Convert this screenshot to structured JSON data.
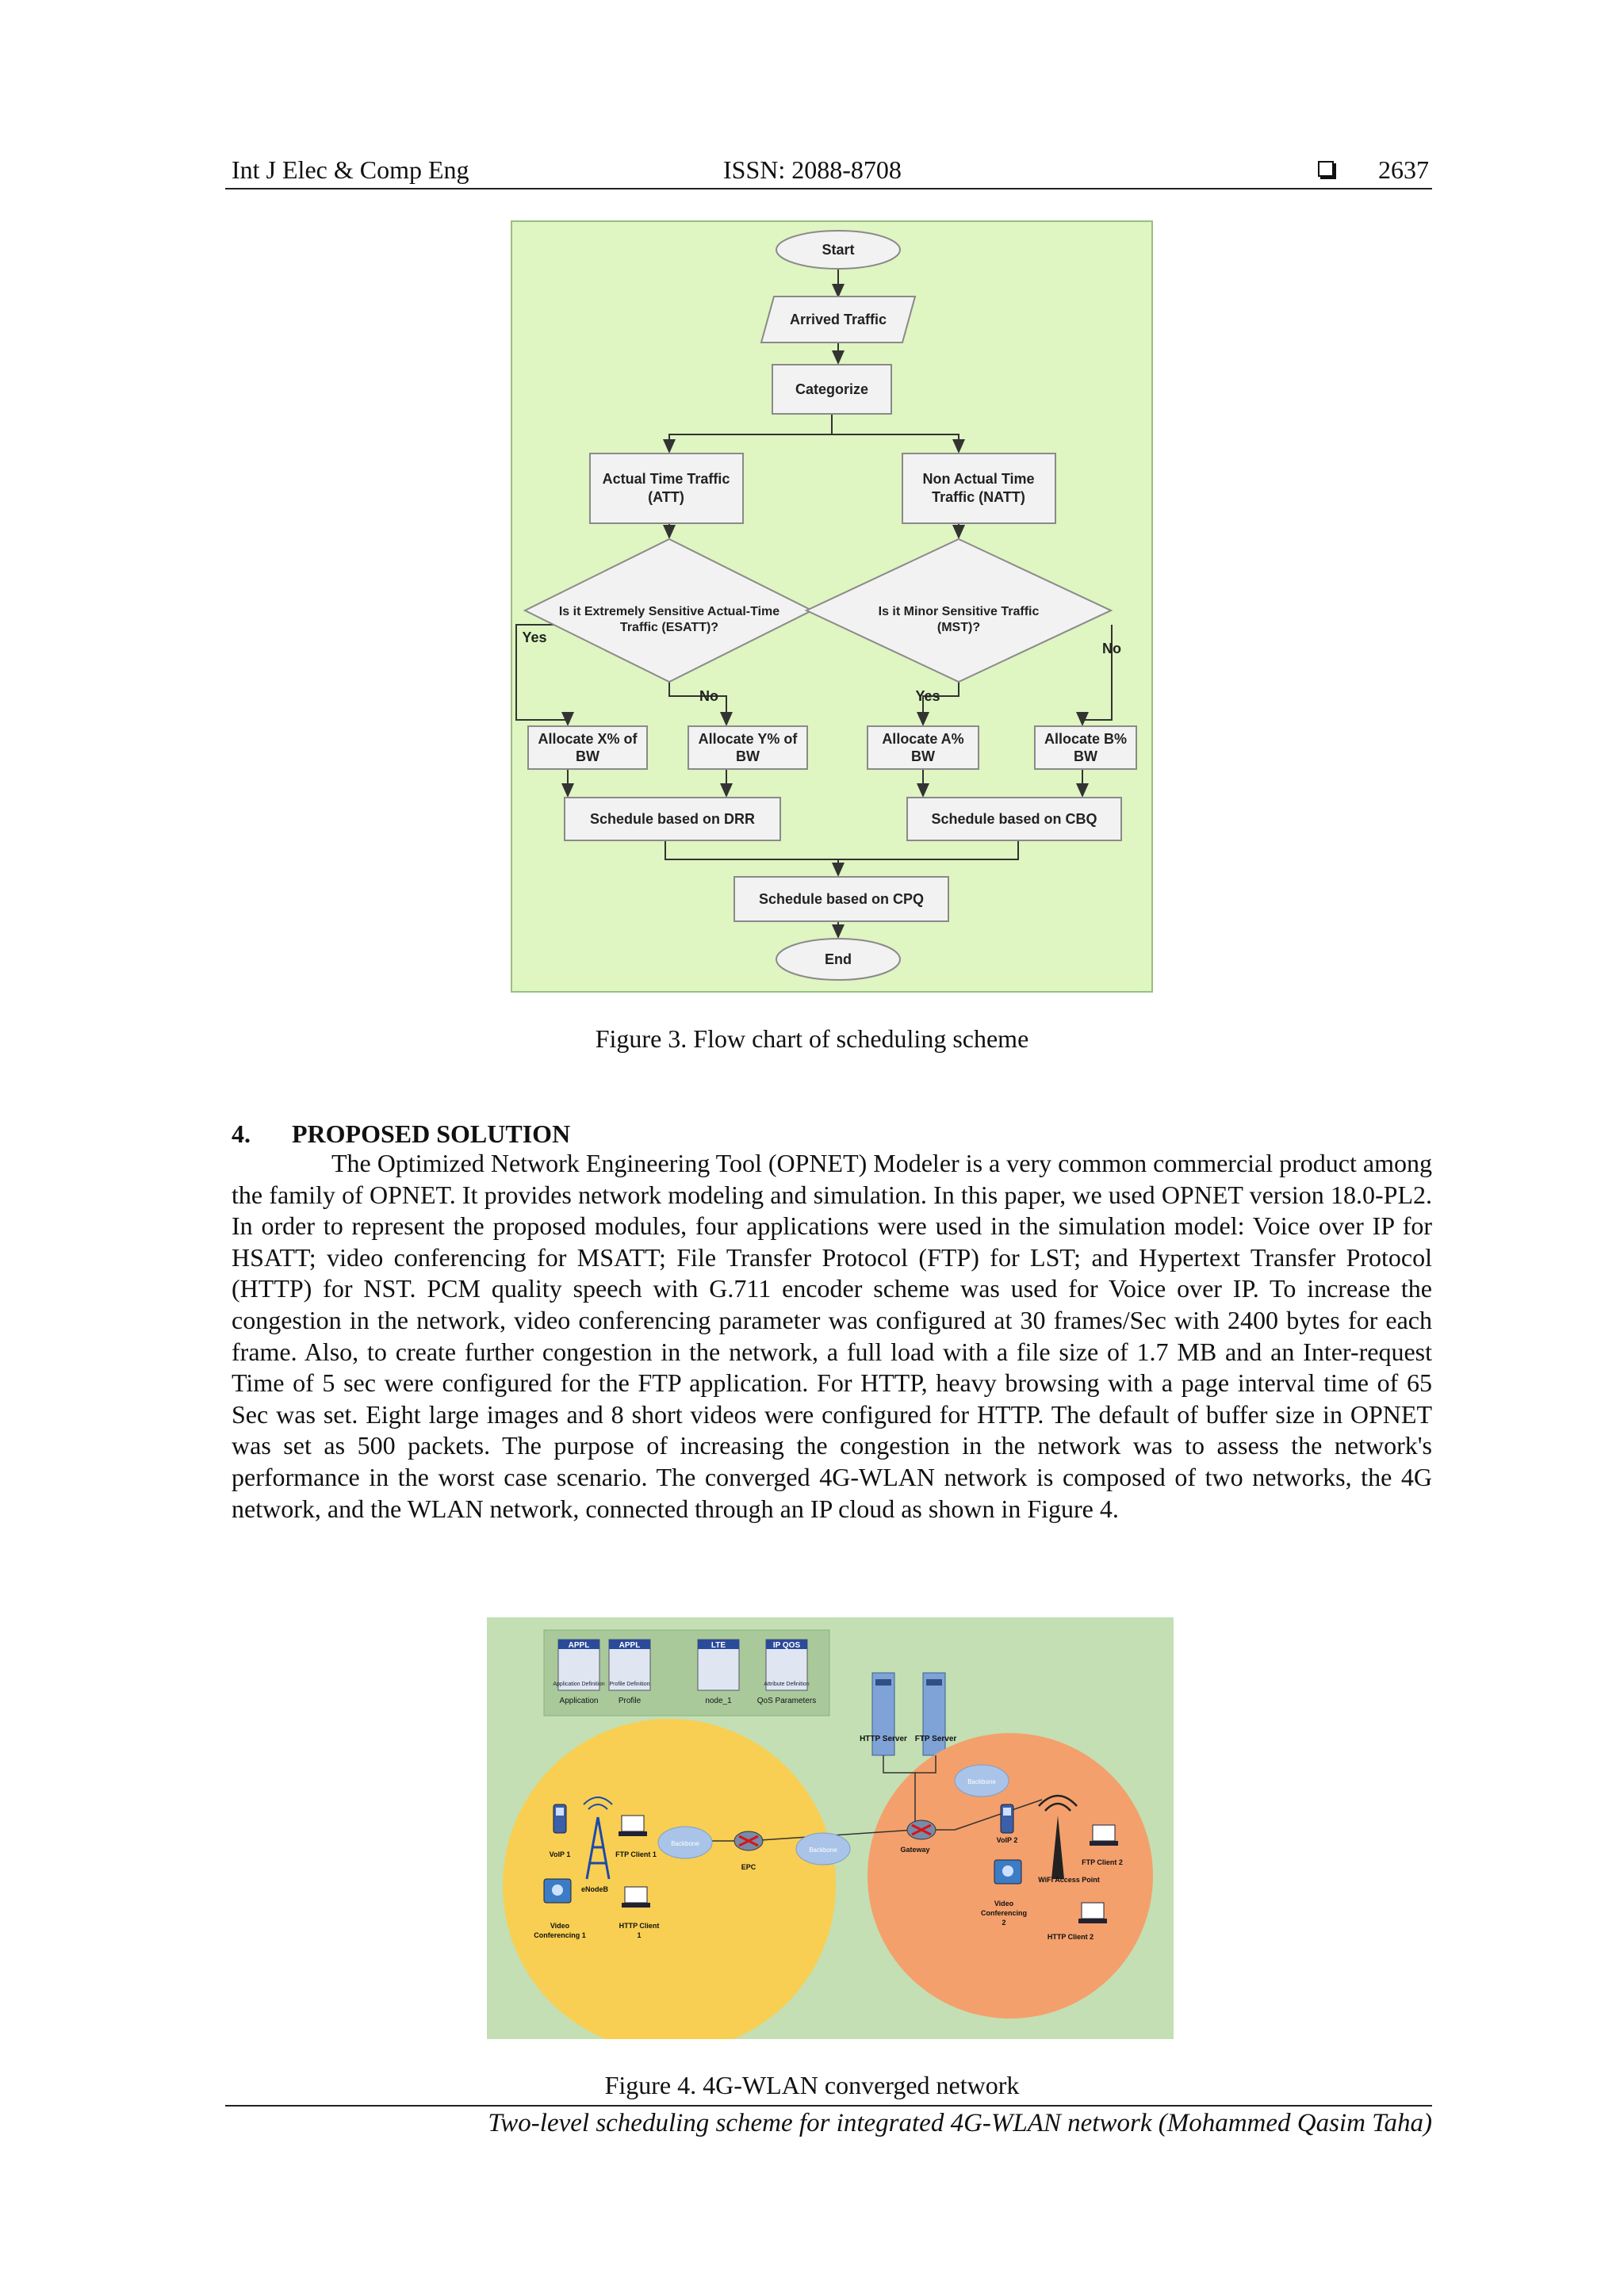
{
  "header": {
    "journal": "Int J Elec & Comp Eng",
    "issn": "ISSN: 2088-8708",
    "page_number": "2637"
  },
  "figure3": {
    "caption": "Figure 3. Flow chart of scheduling scheme",
    "nodes": {
      "start": "Start",
      "arrived": "Arrived Traffic",
      "categorize": "Categorize",
      "att_1": "Actual Time Traffic",
      "att_2": "(ATT)",
      "natt_1": "Non Actual Time",
      "natt_2": "Traffic (NATT)",
      "esatt_q1": "Is it Extremely Sensitive Actual-Time",
      "esatt_q2": "Traffic (ESATT)?",
      "mst_q1": "Is it Minor Sensitive Traffic",
      "mst_q2": "(MST)?",
      "yes_left": "Yes",
      "no_left": "No",
      "yes_right": "Yes",
      "no_right": "No",
      "alloc_x_1": "Allocate X% of",
      "alloc_x_2": "BW",
      "alloc_y_1": "Allocate Y% of",
      "alloc_y_2": "BW",
      "alloc_a_1": "Allocate A%",
      "alloc_a_2": "BW",
      "alloc_b_1": "Allocate B%",
      "alloc_b_2": "BW",
      "drr": "Schedule based on DRR",
      "cbq": "Schedule based on CBQ",
      "cpq": "Schedule based on CPQ",
      "end": "End"
    },
    "colors": {
      "background": "#dff5c2",
      "box": "#f2f2f2",
      "border": "#8a8a8a"
    }
  },
  "section": {
    "number": "4.",
    "title": "PROPOSED SOLUTION",
    "paragraph": "The Optimized Network Engineering Tool (OPNET) Modeler is a very common commercial product among the family of OPNET. It provides network modeling and simulation. In this paper, we used OPNET version 18.0-PL2. In order to represent the proposed modules, four applications were used in the simulation model: Voice over IP for HSATT; video conferencing for MSATT; File Transfer Protocol (FTP) for LST; and Hypertext Transfer Protocol (HTTP) for NST. PCM quality speech with G.711 encoder scheme was used for Voice over IP. To increase the congestion in the network, video conferencing parameter was configured at 30 frames/Sec with 2400 bytes for each frame. Also, to create further congestion in the network, a full load with a file size of 1.7 MB and an Inter-request Time of 5 sec were configured for the FTP application. For HTTP, heavy browsing with a page interval time of 65 Sec was set. Eight large images and 8 short videos were configured for HTTP. The default of buffer size in OPNET was set as 500 packets. The purpose of increasing the congestion in the network was to assess the network's performance in the worst case scenario. The converged 4G-WLAN network is composed of two networks, the 4G network, and the WLAN network, connected through an IP cloud as shown in Figure 4."
  },
  "figure4": {
    "caption": "Figure 4. 4G-WLAN converged network",
    "palette": {
      "tiles": [
        "APPL",
        "APPL",
        "LTE",
        "IP QOS"
      ],
      "tile_sub": [
        "Application Definition",
        "Profile Definition",
        "",
        "Attribute Definition"
      ],
      "labels": [
        "Application",
        "Profile",
        "node_1",
        "QoS Parameters"
      ]
    },
    "servers": {
      "http": "HTTP Server",
      "ftp": "FTP Server"
    },
    "left": {
      "voip": "VoIP 1",
      "ftp_client": "FTP Client 1",
      "enodeb": "eNodeB",
      "video_1": "Video",
      "video_2": "Conferencing 1",
      "http_1": "HTTP Client",
      "http_2": "1",
      "backbone": "Backbone",
      "epc": "EPC"
    },
    "middle": {
      "backbone": "Backbone"
    },
    "right": {
      "gateway": "Gateway",
      "backbone": "Backbone",
      "voip": "VoIP 2",
      "ftp_client": "FTP Client 2",
      "wifi": "WiFi Access Point",
      "video_1": "Video",
      "video_2": "Conferencing",
      "video_3": "2",
      "http_client": "HTTP Client 2"
    },
    "colors": {
      "background": "#c4dfb4",
      "left_circle": "#f8cf52",
      "right_circle": "#f4a06c"
    }
  },
  "footer": "Two-level scheduling scheme for integrated 4G-WLAN network (Mohammed Qasim Taha)"
}
